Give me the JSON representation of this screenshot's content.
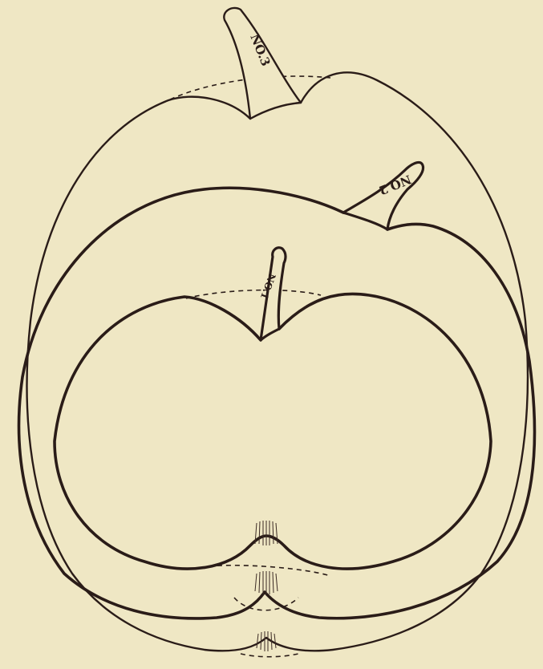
{
  "apples": [
    {
      "id": "no1",
      "stem_label": "NO.1"
    },
    {
      "id": "no2",
      "stem_label": "NO.2"
    },
    {
      "id": "no3",
      "stem_label": "NO.3"
    }
  ],
  "colors": {
    "background": "#efe7c4",
    "line": "#2a1c18"
  }
}
